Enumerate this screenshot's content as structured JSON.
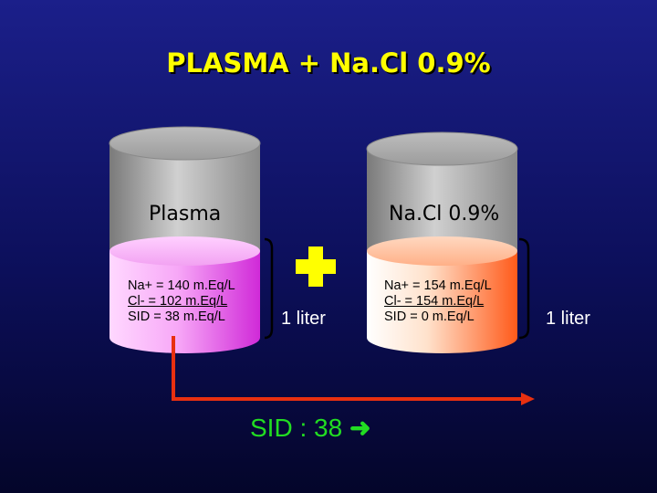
{
  "title": "PLASMA + Na.Cl 0.9%",
  "left_cylinder": {
    "label": "Plasma",
    "lines": [
      "Na+ = 140 m.Eq/L",
      "Cl- = 102 m.Eq/L",
      "SID = 38 m.Eq/L"
    ]
  },
  "right_cylinder": {
    "label": "Na.Cl 0.9%",
    "lines": [
      "Na+ = 154 m.Eq/L",
      "Cl- =  154 m.Eq/L",
      "SID =     0 m.Eq/L"
    ]
  },
  "middle_volume": "1 liter",
  "right_volume": "1 liter",
  "sid_result": "SID :  38",
  "sid_arrow": "➜",
  "colors": {
    "title": "#ffff00",
    "plus": "#ffff00",
    "sid_text": "#22dd22",
    "arrow_line": "#e83010"
  },
  "icons": {
    "plus": "plus-icon",
    "arrow": "right-arrow-icon"
  }
}
